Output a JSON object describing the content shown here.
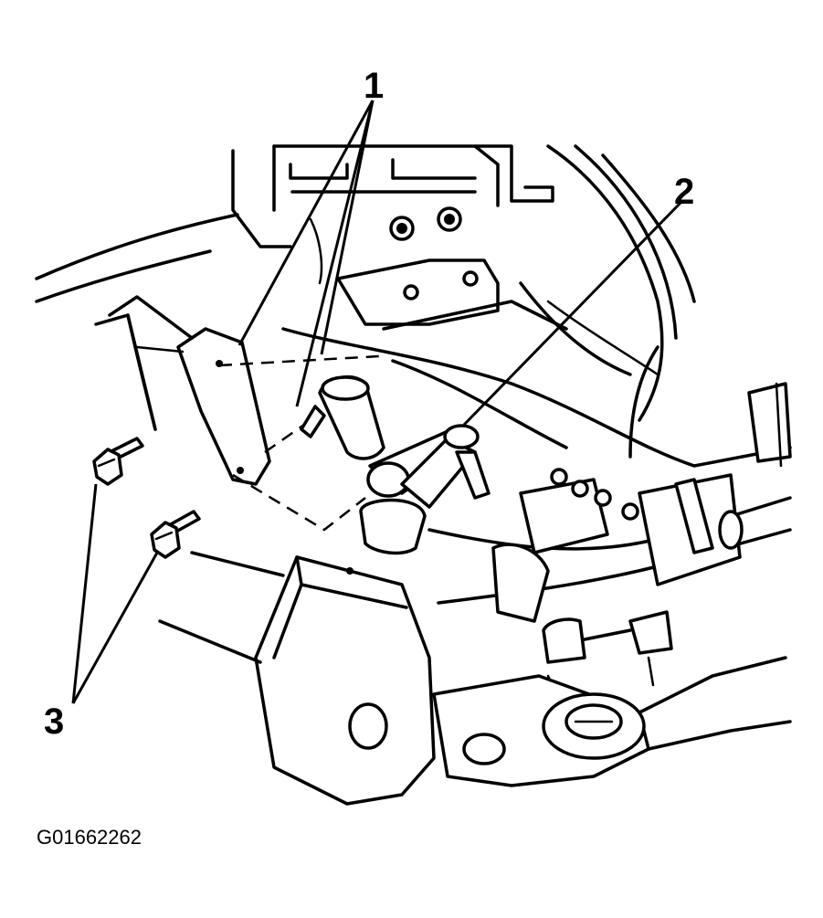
{
  "figure": {
    "id_label": "G01662262",
    "callouts": [
      {
        "number": "1"
      },
      {
        "number": "2"
      },
      {
        "number": "3"
      }
    ]
  }
}
